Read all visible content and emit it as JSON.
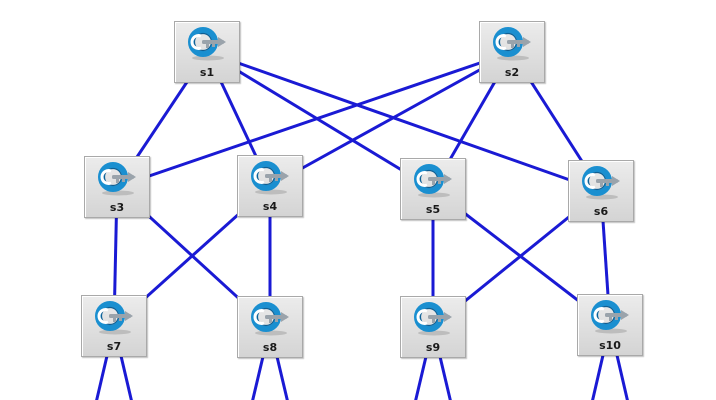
{
  "diagram": {
    "nodes": [
      {
        "id": "s1",
        "label": "s1"
      },
      {
        "id": "s2",
        "label": "s2"
      },
      {
        "id": "s3",
        "label": "s3"
      },
      {
        "id": "s4",
        "label": "s4"
      },
      {
        "id": "s5",
        "label": "s5"
      },
      {
        "id": "s6",
        "label": "s6"
      },
      {
        "id": "s7",
        "label": "s7"
      },
      {
        "id": "s8",
        "label": "s8"
      },
      {
        "id": "s9",
        "label": "s9"
      },
      {
        "id": "s10",
        "label": "s10"
      }
    ],
    "links": [
      [
        "s1",
        "s3"
      ],
      [
        "s1",
        "s4"
      ],
      [
        "s1",
        "s5"
      ],
      [
        "s1",
        "s6"
      ],
      [
        "s2",
        "s3"
      ],
      [
        "s2",
        "s4"
      ],
      [
        "s2",
        "s5"
      ],
      [
        "s2",
        "s6"
      ],
      [
        "s3",
        "s7"
      ],
      [
        "s3",
        "s8"
      ],
      [
        "s4",
        "s7"
      ],
      [
        "s4",
        "s8"
      ],
      [
        "s5",
        "s9"
      ],
      [
        "s5",
        "s10"
      ],
      [
        "s6",
        "s9"
      ],
      [
        "s6",
        "s10"
      ]
    ],
    "colors": {
      "link": "#1a1ad4",
      "icon_ring": "#1a8fd0",
      "icon_key": "#9aa3ab",
      "node_bg": "#dcdcdc"
    },
    "icon": "switch-icon"
  }
}
